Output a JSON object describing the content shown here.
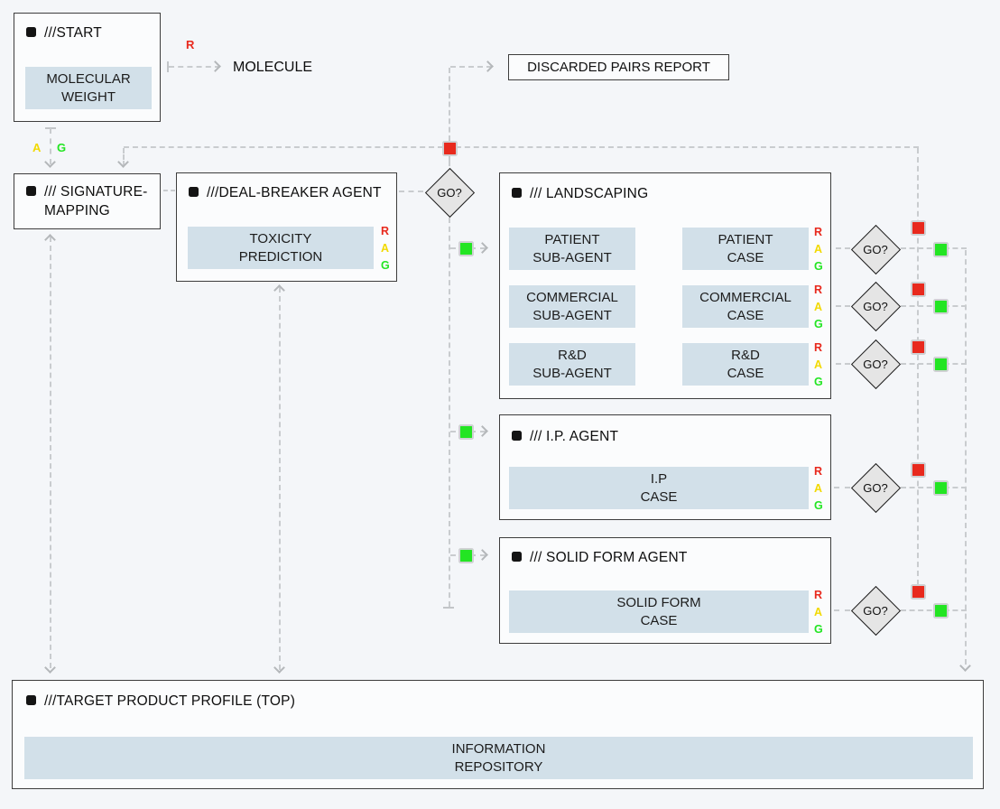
{
  "diagram": {
    "start": {
      "title": "///START",
      "module": "MOLECULAR\nWEIGHT"
    },
    "molecule_label": "MOLECULE",
    "discarded_report": "DISCARDED PAIRS REPORT",
    "signature_mapping": {
      "title": "/// SIGNATURE-\nMAPPING"
    },
    "deal_breaker": {
      "title": "///DEAL-BREAKER AGENT",
      "module": "TOXICITY\nPREDICTION"
    },
    "landscaping": {
      "title": "/// LANDSCAPING",
      "rows": [
        {
          "agent": "PATIENT\nSUB-AGENT",
          "case": "PATIENT\nCASE"
        },
        {
          "agent": "COMMERCIAL\nSUB-AGENT",
          "case": "COMMERCIAL\nCASE"
        },
        {
          "agent": "R&D\nSUB-AGENT",
          "case": "R&D\nCASE"
        }
      ]
    },
    "ip_agent": {
      "title": "/// I.P. AGENT",
      "module": "I.P\nCASE"
    },
    "solid_form_agent": {
      "title": "/// SOLID FORM AGENT",
      "module": "SOLID FORM\nCASE"
    },
    "target": {
      "title": "///TARGET PRODUCT PROFILE (TOP)",
      "module": "INFORMATION\nREPOSITORY"
    },
    "go_label": "GO?",
    "rag": {
      "r": "R",
      "a": "A",
      "g": "G"
    },
    "colors": {
      "red": "#e8291d",
      "green": "#23e523",
      "amber": "#f2d900",
      "module_fill": "#d2e0e9"
    }
  }
}
